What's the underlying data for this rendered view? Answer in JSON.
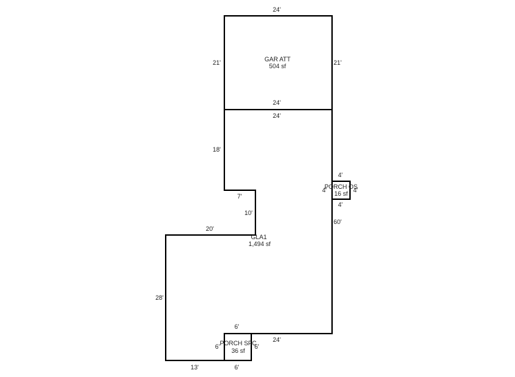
{
  "areas": {
    "garage": {
      "name": "GAR ATT",
      "area": "504 sf"
    },
    "gla": {
      "name": "GLA1",
      "area": "1,494 sf"
    },
    "porch_os": {
      "name": "PORCH OS",
      "area": "16 sf"
    },
    "porch_sfc": {
      "name": "PORCH SFC",
      "area": "36 sf"
    }
  },
  "dims": {
    "gar_top": "24'",
    "gar_left": "21'",
    "gar_right": "21'",
    "gar_bottom": "24'",
    "gla_top": "24'",
    "gla_left_upper": "18'",
    "gla_step_h": "7'",
    "gla_step_v": "10'",
    "gla_mid_top": "20'",
    "gla_left_lower": "28'",
    "gla_bottom_left": "13'",
    "gla_bottom_right": "24'",
    "gla_right": "60'",
    "pos_top": "4'",
    "pos_left": "4'",
    "pos_right": "4'",
    "pos_bottom": "4'",
    "sfc_top": "6'",
    "sfc_left": "6'",
    "sfc_right": "6'",
    "sfc_bottom": "6'"
  }
}
